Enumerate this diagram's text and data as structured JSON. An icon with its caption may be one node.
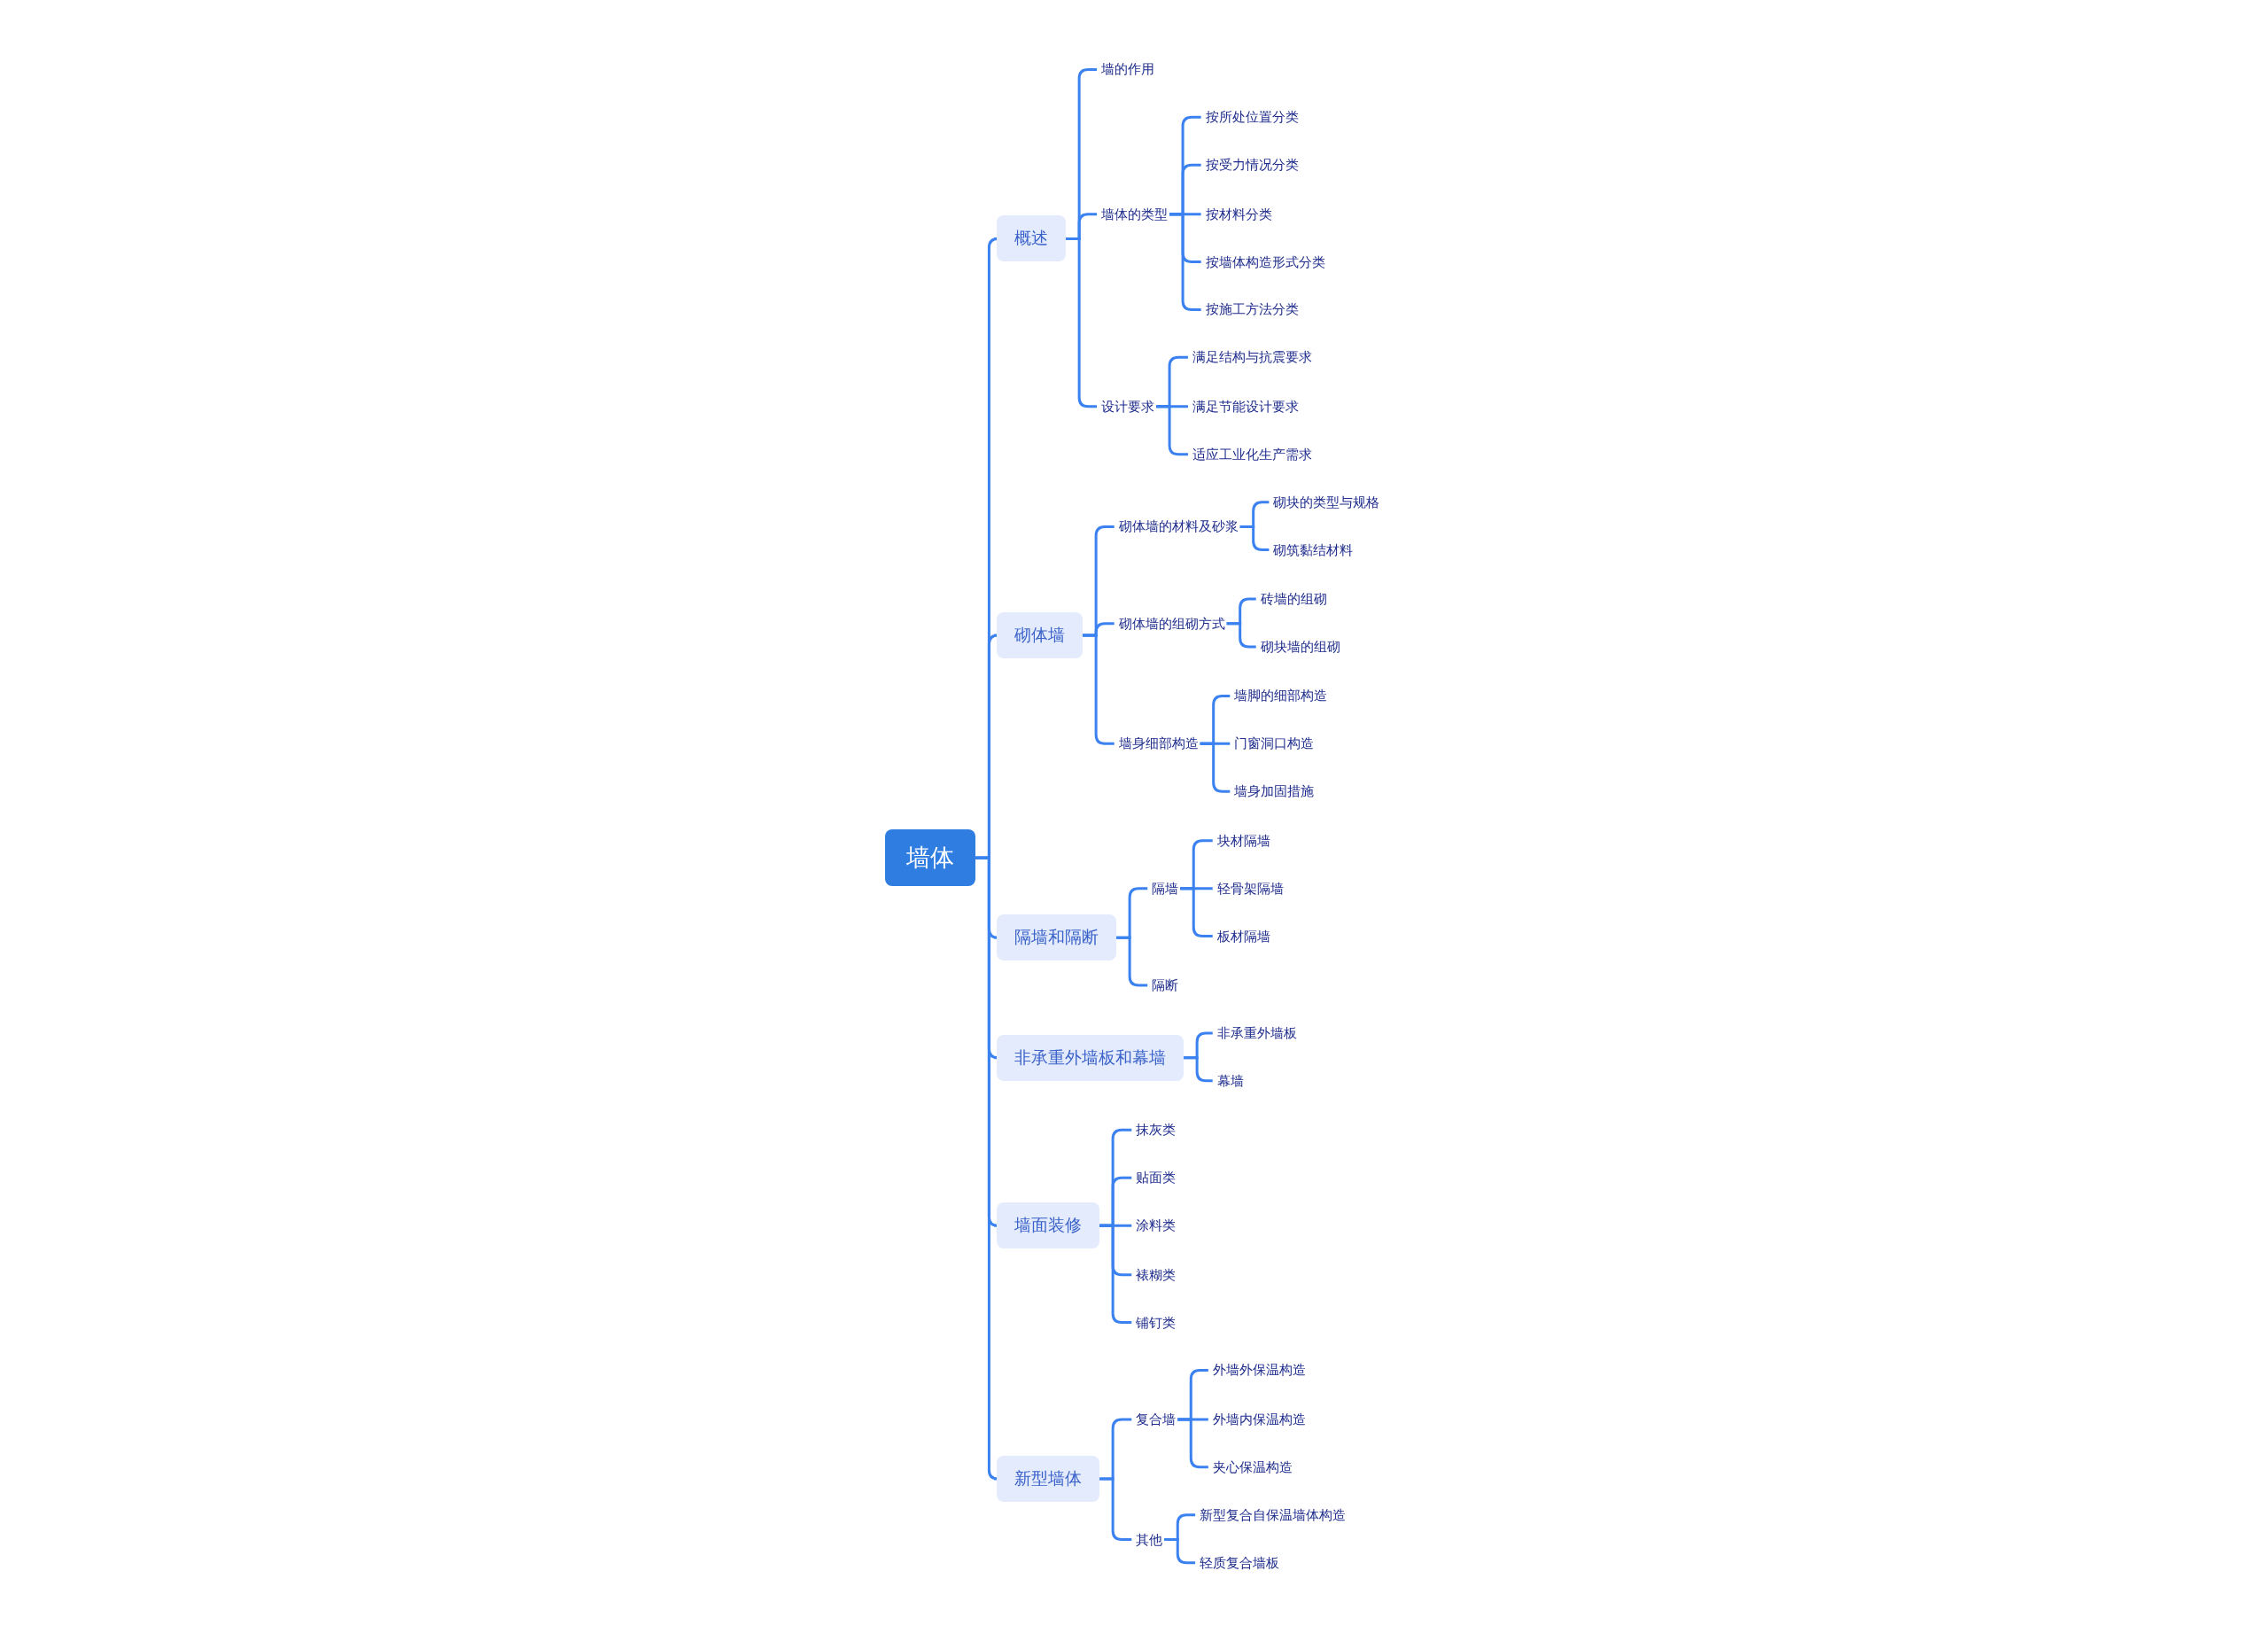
{
  "diagram": {
    "nodes": [
      {
        "text": [
          "墙体"
        ]
      },
      {
        "text": [
          "概述"
        ]
      },
      {
        "text": [
          "墙的作用"
        ]
      },
      {
        "text": [
          "墙体的类型"
        ]
      },
      {
        "text": [
          "按所处位置分类"
        ]
      },
      {
        "text": [
          "按受力情况分类"
        ]
      },
      {
        "text": [
          "按材料分类"
        ]
      },
      {
        "text": [
          "按墙体构造形式分类"
        ]
      },
      {
        "text": [
          "按施工方法分类"
        ]
      },
      {
        "text": [
          "设计要求"
        ]
      },
      {
        "text": [
          "满足结构与抗震要求"
        ]
      },
      {
        "text": [
          "满足节能设计要求"
        ]
      },
      {
        "text": [
          "适应工业化生产需求"
        ]
      },
      {
        "text": [
          "砌体墙"
        ]
      },
      {
        "text": [
          "砌体墙的材料及砂浆"
        ]
      },
      {
        "text": [
          "砌块的类型与规格"
        ]
      },
      {
        "text": [
          "砌筑黏结材料"
        ]
      },
      {
        "text": [
          "砌体墙的组砌方式"
        ]
      },
      {
        "text": [
          "砖墙的组砌"
        ]
      },
      {
        "text": [
          "砌块墙的组砌"
        ]
      },
      {
        "text": [
          "墙身细部构造"
        ]
      },
      {
        "text": [
          "墙脚的细部构造"
        ]
      },
      {
        "text": [
          "门窗洞口构造"
        ]
      },
      {
        "text": [
          "墙身加固措施"
        ]
      },
      {
        "text": [
          "隔墙和隔断"
        ]
      },
      {
        "text": [
          "隔墙"
        ]
      },
      {
        "text": [
          "块材隔墙"
        ]
      },
      {
        "text": [
          "轻骨架隔墙"
        ]
      },
      {
        "text": [
          "板材隔墙"
        ]
      },
      {
        "text": [
          "隔断"
        ]
      },
      {
        "text": [
          "非承重外墙板和幕墙"
        ]
      },
      {
        "text": [
          "非承重外墙板"
        ]
      },
      {
        "text": [
          "幕墙"
        ]
      },
      {
        "text": [
          "墙面装修"
        ]
      },
      {
        "text": [
          "抹灰类"
        ]
      },
      {
        "text": [
          "贴面类"
        ]
      },
      {
        "text": [
          "涂料类"
        ]
      },
      {
        "text": [
          "裱糊类"
        ]
      },
      {
        "text": [
          "铺钉类"
        ]
      },
      {
        "text": [
          "新型墙体"
        ]
      },
      {
        "text": [
          "复合墙"
        ]
      },
      {
        "text": [
          "外墙外保温构造"
        ]
      },
      {
        "text": [
          "外墙内保温构造"
        ]
      },
      {
        "text": [
          "夹心保温构造"
        ]
      },
      {
        "text": [
          "其他"
        ]
      },
      {
        "text": [
          "新型复合自保温墙体构造"
        ]
      },
      {
        "text": [
          "轻质复合墙板"
        ]
      }
    ],
    "edges": [
      {
        "from": 0,
        "to": 1,
        "arrow": "none"
      },
      {
        "from": 1,
        "to": 2,
        "arrow": "none"
      },
      {
        "from": 1,
        "to": 3,
        "arrow": "none"
      },
      {
        "from": 3,
        "to": 4,
        "arrow": "none"
      },
      {
        "from": 3,
        "to": 5,
        "arrow": "none"
      },
      {
        "from": 3,
        "to": 6,
        "arrow": "none"
      },
      {
        "from": 3,
        "to": 7,
        "arrow": "none"
      },
      {
        "from": 3,
        "to": 8,
        "arrow": "none"
      },
      {
        "from": 1,
        "to": 9,
        "arrow": "none"
      },
      {
        "from": 9,
        "to": 10,
        "arrow": "none"
      },
      {
        "from": 9,
        "to": 11,
        "arrow": "none"
      },
      {
        "from": 9,
        "to": 12,
        "arrow": "none"
      },
      {
        "from": 0,
        "to": 13,
        "arrow": "none"
      },
      {
        "from": 13,
        "to": 14,
        "arrow": "none"
      },
      {
        "from": 14,
        "to": 15,
        "arrow": "none"
      },
      {
        "from": 14,
        "to": 16,
        "arrow": "none"
      },
      {
        "from": 13,
        "to": 17,
        "arrow": "none"
      },
      {
        "from": 17,
        "to": 18,
        "arrow": "none"
      },
      {
        "from": 17,
        "to": 19,
        "arrow": "none"
      },
      {
        "from": 13,
        "to": 20,
        "arrow": "none"
      },
      {
        "from": 20,
        "to": 21,
        "arrow": "none"
      },
      {
        "from": 20,
        "to": 22,
        "arrow": "none"
      },
      {
        "from": 20,
        "to": 23,
        "arrow": "none"
      },
      {
        "from": 0,
        "to": 24,
        "arrow": "none"
      },
      {
        "from": 24,
        "to": 25,
        "arrow": "none"
      },
      {
        "from": 25,
        "to": 26,
        "arrow": "none"
      },
      {
        "from": 25,
        "to": 27,
        "arrow": "none"
      },
      {
        "from": 25,
        "to": 28,
        "arrow": "none"
      },
      {
        "from": 24,
        "to": 29,
        "arrow": "none"
      },
      {
        "from": 0,
        "to": 30,
        "arrow": "none"
      },
      {
        "from": 30,
        "to": 31,
        "arrow": "none"
      },
      {
        "from": 30,
        "to": 32,
        "arrow": "none"
      },
      {
        "from": 0,
        "to": 33,
        "arrow": "none"
      },
      {
        "from": 33,
        "to": 34,
        "arrow": "none"
      },
      {
        "from": 33,
        "to": 35,
        "arrow": "none"
      },
      {
        "from": 33,
        "to": 36,
        "arrow": "none"
      },
      {
        "from": 33,
        "to": 37,
        "arrow": "none"
      },
      {
        "from": 33,
        "to": 38,
        "arrow": "none"
      },
      {
        "from": 0,
        "to": 39,
        "arrow": "none"
      },
      {
        "from": 39,
        "to": 40,
        "arrow": "none"
      },
      {
        "from": 40,
        "to": 41,
        "arrow": "none"
      },
      {
        "from": 40,
        "to": 42,
        "arrow": "none"
      },
      {
        "from": 40,
        "to": 43,
        "arrow": "none"
      },
      {
        "from": 39,
        "to": 44,
        "arrow": "none"
      },
      {
        "from": 44,
        "to": 45,
        "arrow": "none"
      },
      {
        "from": 44,
        "to": 46,
        "arrow": "none"
      }
    ]
  }
}
